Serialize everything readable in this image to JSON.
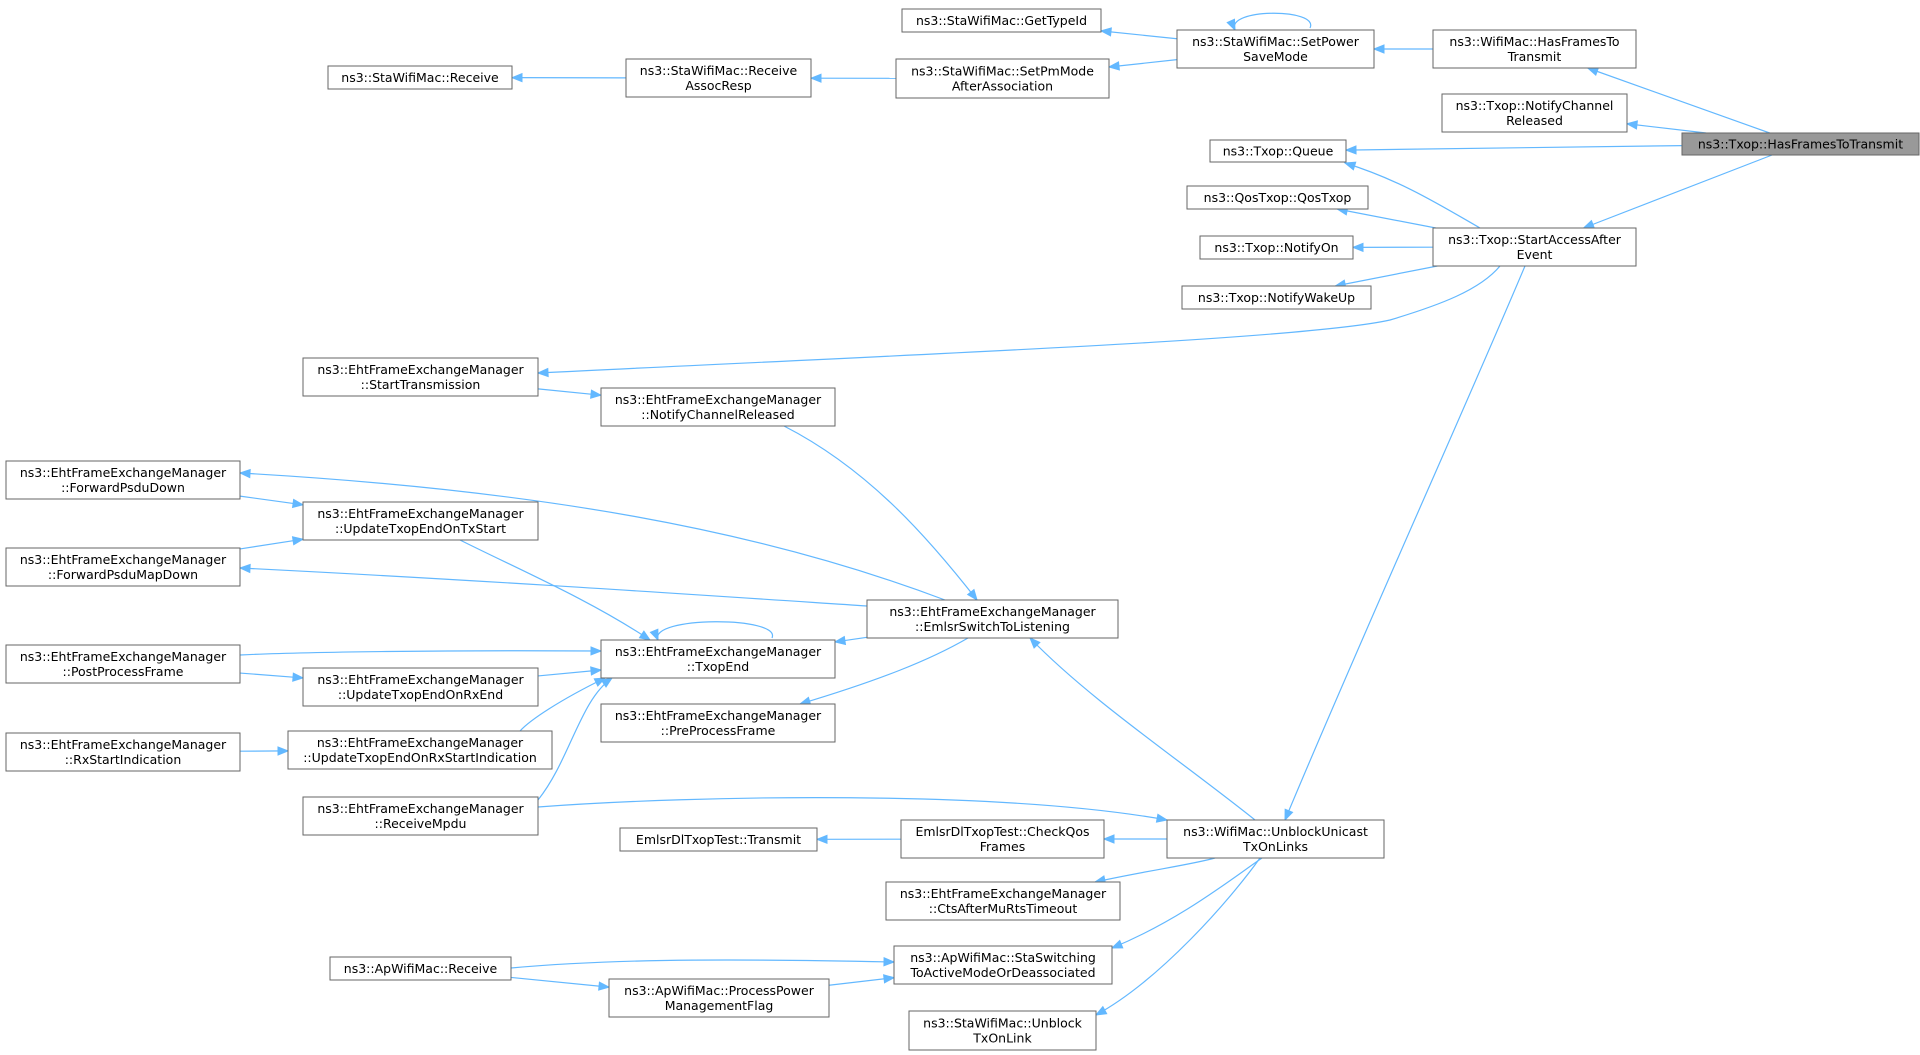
{
  "nodes": [
    {
      "id": "hasFramesToTransmit",
      "lines": [
        "ns3::Txop::HasFramesToTransmit"
      ],
      "root": true
    },
    {
      "id": "wifiMacHasFrames",
      "lines": [
        "ns3::WifiMac::HasFramesTo",
        "Transmit"
      ]
    },
    {
      "id": "notifyChannelReleased",
      "lines": [
        "ns3::Txop::NotifyChannel",
        "Released"
      ]
    },
    {
      "id": "txopQueue",
      "lines": [
        "ns3::Txop::Queue"
      ]
    },
    {
      "id": "startAccessAfterEvent",
      "lines": [
        "ns3::Txop::StartAccessAfter",
        "Event"
      ]
    },
    {
      "id": "staSetPowerSaveMode",
      "lines": [
        "ns3::StaWifiMac::SetPower",
        "SaveMode"
      ]
    },
    {
      "id": "staGetTypeId",
      "lines": [
        "ns3::StaWifiMac::GetTypeId"
      ]
    },
    {
      "id": "staSetPmMode",
      "lines": [
        "ns3::StaWifiMac::SetPmMode",
        "AfterAssociation"
      ]
    },
    {
      "id": "staReceiveAssocResp",
      "lines": [
        "ns3::StaWifiMac::Receive",
        "AssocResp"
      ]
    },
    {
      "id": "staReceive",
      "lines": [
        "ns3::StaWifiMac::Receive"
      ]
    },
    {
      "id": "qosTxop",
      "lines": [
        "ns3::QosTxop::QosTxop"
      ]
    },
    {
      "id": "notifyOn",
      "lines": [
        "ns3::Txop::NotifyOn"
      ]
    },
    {
      "id": "notifyWakeUp",
      "lines": [
        "ns3::Txop::NotifyWakeUp"
      ]
    },
    {
      "id": "ehtStartTransmission",
      "lines": [
        "ns3::EhtFrameExchangeManager",
        "::StartTransmission"
      ]
    },
    {
      "id": "ehtNotifyChannelReleased",
      "lines": [
        "ns3::EhtFrameExchangeManager",
        "::NotifyChannelReleased"
      ]
    },
    {
      "id": "unblockUnicast",
      "lines": [
        "ns3::WifiMac::UnblockUnicast",
        "TxOnLinks"
      ]
    },
    {
      "id": "emlsrSwitchToListening",
      "lines": [
        "ns3::EhtFrameExchangeManager",
        "::EmlsrSwitchToListening"
      ]
    },
    {
      "id": "ehtForwardPsduDown",
      "lines": [
        "ns3::EhtFrameExchangeManager",
        "::ForwardPsduDown"
      ]
    },
    {
      "id": "ehtUpdateTxopEndOnTxStart",
      "lines": [
        "ns3::EhtFrameExchangeManager",
        "::UpdateTxopEndOnTxStart"
      ]
    },
    {
      "id": "ehtForwardPsduMapDown",
      "lines": [
        "ns3::EhtFrameExchangeManager",
        "::ForwardPsduMapDown"
      ]
    },
    {
      "id": "ehtTxopEnd",
      "lines": [
        "ns3::EhtFrameExchangeManager",
        "::TxopEnd"
      ]
    },
    {
      "id": "ehtPostProcessFrame",
      "lines": [
        "ns3::EhtFrameExchangeManager",
        "::PostProcessFrame"
      ]
    },
    {
      "id": "ehtUpdateTxopEndOnRxEnd",
      "lines": [
        "ns3::EhtFrameExchangeManager",
        "::UpdateTxopEndOnRxEnd"
      ]
    },
    {
      "id": "ehtPreProcessFrame",
      "lines": [
        "ns3::EhtFrameExchangeManager",
        "::PreProcessFrame"
      ]
    },
    {
      "id": "ehtRxStartIndication",
      "lines": [
        "ns3::EhtFrameExchangeManager",
        "::RxStartIndication"
      ]
    },
    {
      "id": "ehtUpdateTxopEndOnRxStartIndication",
      "lines": [
        "ns3::EhtFrameExchangeManager",
        "::UpdateTxopEndOnRxStartIndication"
      ]
    },
    {
      "id": "ehtReceiveMpdu",
      "lines": [
        "ns3::EhtFrameExchangeManager",
        "::ReceiveMpdu"
      ]
    },
    {
      "id": "emlsrCheckQosFrames",
      "lines": [
        "EmlsrDlTxopTest::CheckQos",
        "Frames"
      ]
    },
    {
      "id": "emlsrTransmit",
      "lines": [
        "EmlsrDlTxopTest::Transmit"
      ]
    },
    {
      "id": "ehtCtsAfterMuRtsTimeout",
      "lines": [
        "ns3::EhtFrameExchangeManager",
        "::CtsAfterMuRtsTimeout"
      ]
    },
    {
      "id": "apStaSwitching",
      "lines": [
        "ns3::ApWifiMac::StaSwitching",
        "ToActiveModeOrDeassociated"
      ]
    },
    {
      "id": "apReceive",
      "lines": [
        "ns3::ApWifiMac::Receive"
      ]
    },
    {
      "id": "apProcessPowerMgmt",
      "lines": [
        "ns3::ApWifiMac::ProcessPower",
        "ManagementFlag"
      ]
    },
    {
      "id": "staUnblockTxOnLink",
      "lines": [
        "ns3::StaWifiMac::Unblock",
        "TxOnLink"
      ]
    }
  ],
  "edges": [
    {
      "from": "wifiMacHasFrames",
      "to": "hasFramesToTransmit"
    },
    {
      "from": "notifyChannelReleased",
      "to": "hasFramesToTransmit"
    },
    {
      "from": "txopQueue",
      "to": "hasFramesToTransmit"
    },
    {
      "from": "startAccessAfterEvent",
      "to": "hasFramesToTransmit"
    },
    {
      "from": "staSetPowerSaveMode",
      "to": "wifiMacHasFrames"
    },
    {
      "from": "staSetPowerSaveMode",
      "to": "staSetPowerSaveMode"
    },
    {
      "from": "staGetTypeId",
      "to": "staSetPowerSaveMode"
    },
    {
      "from": "staSetPmMode",
      "to": "staSetPowerSaveMode"
    },
    {
      "from": "staReceiveAssocResp",
      "to": "staSetPmMode"
    },
    {
      "from": "staReceive",
      "to": "staReceiveAssocResp"
    },
    {
      "from": "txopQueue",
      "to": "startAccessAfterEvent"
    },
    {
      "from": "qosTxop",
      "to": "startAccessAfterEvent"
    },
    {
      "from": "notifyOn",
      "to": "startAccessAfterEvent"
    },
    {
      "from": "notifyWakeUp",
      "to": "startAccessAfterEvent"
    },
    {
      "from": "ehtStartTransmission",
      "to": "startAccessAfterEvent"
    },
    {
      "from": "unblockUnicast",
      "to": "startAccessAfterEvent"
    },
    {
      "from": "ehtNotifyChannelReleased",
      "to": "ehtStartTransmission"
    },
    {
      "from": "emlsrSwitchToListening",
      "to": "ehtNotifyChannelReleased"
    },
    {
      "from": "emlsrSwitchToListening",
      "to": "unblockUnicast"
    },
    {
      "from": "ehtTxopEnd",
      "to": "emlsrSwitchToListening"
    },
    {
      "from": "ehtTxopEnd",
      "to": "ehtTxopEnd"
    },
    {
      "from": "ehtPreProcessFrame",
      "to": "emlsrSwitchToListening"
    },
    {
      "from": "ehtForwardPsduDown",
      "to": "emlsrSwitchToListening"
    },
    {
      "from": "ehtForwardPsduMapDown",
      "to": "emlsrSwitchToListening"
    },
    {
      "from": "ehtUpdateTxopEndOnTxStart",
      "to": "ehtForwardPsduDown"
    },
    {
      "from": "ehtUpdateTxopEndOnTxStart",
      "to": "ehtForwardPsduMapDown"
    },
    {
      "from": "ehtTxopEnd",
      "to": "ehtUpdateTxopEndOnTxStart"
    },
    {
      "from": "ehtTxopEnd",
      "to": "ehtPostProcessFrame"
    },
    {
      "from": "ehtUpdateTxopEndOnRxEnd",
      "to": "ehtPostProcessFrame"
    },
    {
      "from": "ehtTxopEnd",
      "to": "ehtUpdateTxopEndOnRxEnd"
    },
    {
      "from": "ehtTxopEnd",
      "to": "ehtUpdateTxopEndOnRxStartIndication"
    },
    {
      "from": "ehtUpdateTxopEndOnRxStartIndication",
      "to": "ehtRxStartIndication"
    },
    {
      "from": "ehtTxopEnd",
      "to": "ehtReceiveMpdu"
    },
    {
      "from": "unblockUnicast",
      "to": "ehtReceiveMpdu"
    },
    {
      "from": "emlsrCheckQosFrames",
      "to": "unblockUnicast"
    },
    {
      "from": "emlsrTransmit",
      "to": "emlsrCheckQosFrames"
    },
    {
      "from": "ehtCtsAfterMuRtsTimeout",
      "to": "unblockUnicast"
    },
    {
      "from": "apStaSwitching",
      "to": "unblockUnicast"
    },
    {
      "from": "staUnblockTxOnLink",
      "to": "unblockUnicast"
    },
    {
      "from": "apStaSwitching",
      "to": "apReceive"
    },
    {
      "from": "apStaSwitching",
      "to": "apProcessPowerMgmt"
    },
    {
      "from": "apProcessPowerMgmt",
      "to": "apReceive"
    }
  ]
}
